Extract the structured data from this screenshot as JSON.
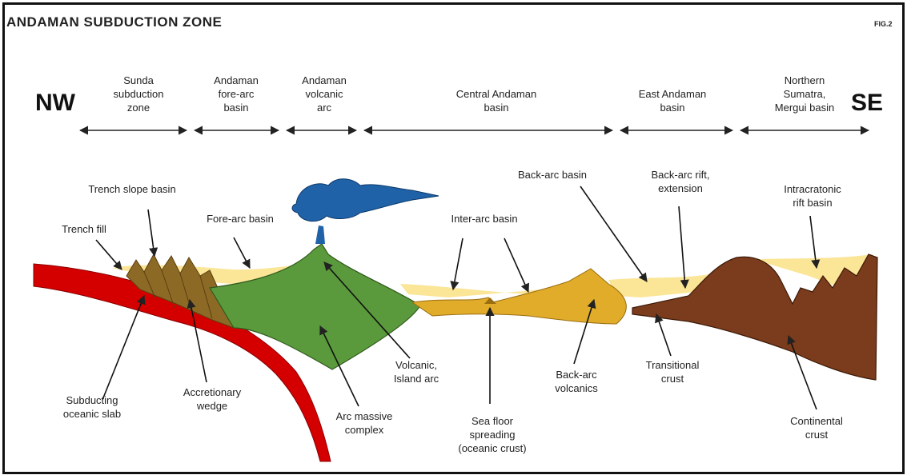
{
  "title": "ANDAMAN SUBDUCTION ZONE",
  "fig_label": "FIG.2",
  "directions": {
    "west": "NW",
    "east": "SE"
  },
  "zones": [
    "Sunda\nsubduction\nzone",
    "Andaman\nfore-arc\nbasin",
    "Andaman\nvolcanic\narc",
    "Central Andaman\nbasin",
    "East Andaman\nbasin",
    "Northern\nSumatra,\nMergui basin"
  ],
  "labels": {
    "trench_slope_basin": "Trench slope basin",
    "trench_fill": "Trench fill",
    "fore_arc_basin": "Fore-arc basin",
    "inter_arc_basin": "Inter-arc basin",
    "back_arc_basin": "Back-arc basin",
    "back_arc_rift": "Back-arc rift,\nextension",
    "intracratonic_rift": "Intracratonic\nrift basin",
    "subducting_slab": "Subducting\noceanic slab",
    "accretionary_wedge": "Accretionary\nwedge",
    "arc_massive": "Arc massive\ncomplex",
    "volcanic_island_arc": "Volcanic,\nIsland arc",
    "sea_floor": "Sea floor\nspreading\n(oceanic crust)",
    "back_arc_volcanics": "Back-arc\nvolcanics",
    "transitional_crust": "Transitional\ncrust",
    "continental_crust": "Continental\ncrust"
  },
  "colors": {
    "slab": "#d40000",
    "sediment": "#fbe596",
    "wedge": "#8c6a26",
    "arc": "#5a9a3c",
    "backarc": "#e0ac2a",
    "continental": "#7a3c1c",
    "ash": "#1f62a8"
  }
}
